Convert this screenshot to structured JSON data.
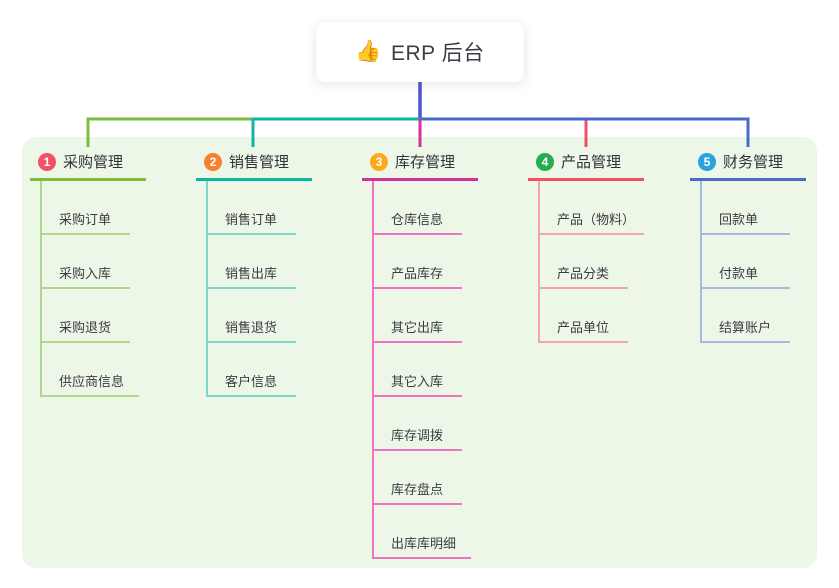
{
  "root": {
    "icon_char": "👍",
    "label": "ERP 后台"
  },
  "colors": {
    "panel_bg": "#edf7e8",
    "root_line": "#4b57d0",
    "card_bg": "#ffffff",
    "text_dark": "#3c3c44"
  },
  "branches": [
    {
      "num": "1",
      "label": "采购管理",
      "badge_color": "#f4506b",
      "line_color": "#7cbd3f",
      "light_color": "#afd788",
      "children": [
        "采购订单",
        "采购入库",
        "采购退货",
        "供应商信息"
      ]
    },
    {
      "num": "2",
      "label": "销售管理",
      "badge_color": "#f8812f",
      "line_color": "#0db5a5",
      "light_color": "#7fd6ca",
      "children": [
        "销售订单",
        "销售出库",
        "销售退货",
        "客户信息"
      ]
    },
    {
      "num": "3",
      "label": "库存管理",
      "badge_color": "#fbab19",
      "line_color": "#d23299",
      "light_color": "#ee74c0",
      "children": [
        "仓库信息",
        "产品库存",
        "其它出库",
        "其它入库",
        "库存调拨",
        "库存盘点",
        "出库库明细"
      ]
    },
    {
      "num": "4",
      "label": "产品管理",
      "badge_color": "#26ad4e",
      "line_color": "#ef5064",
      "light_color": "#f9a3ab",
      "children": [
        "产品（物料）",
        "产品分类",
        "产品单位"
      ]
    },
    {
      "num": "5",
      "label": "财务管理",
      "badge_color": "#29a2dd",
      "line_color": "#4a69cd",
      "light_color": "#a9badf",
      "children": [
        "回款单",
        "付款单",
        "结算账户"
      ]
    }
  ]
}
